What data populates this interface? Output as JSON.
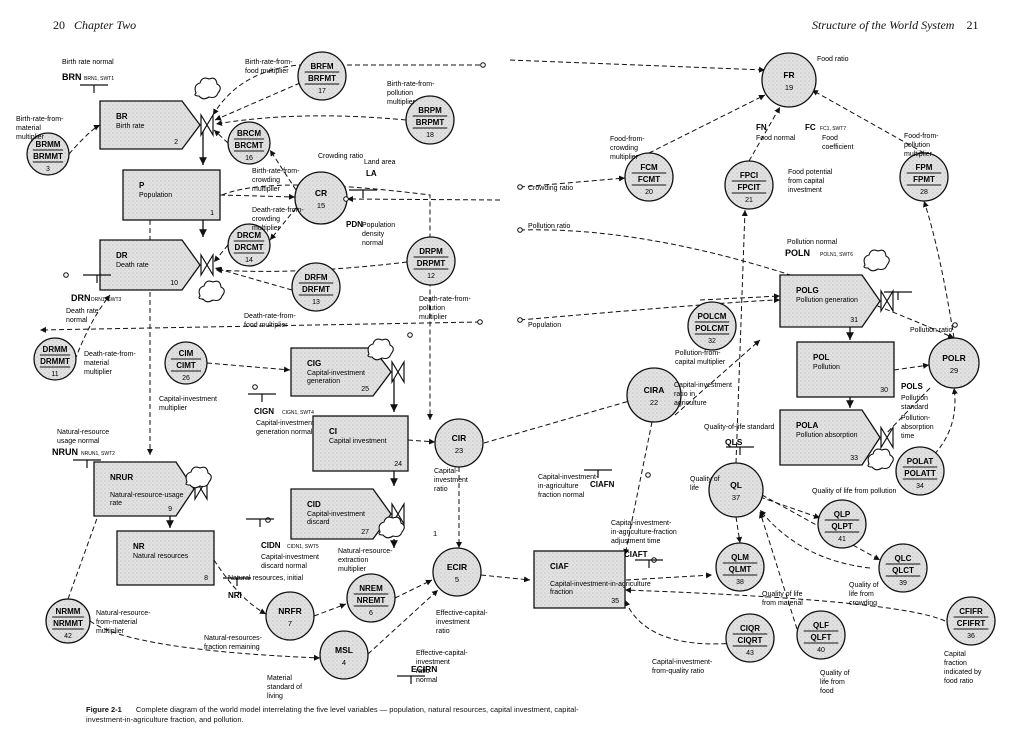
{
  "header": {
    "left_page": "20",
    "left_title": "Chapter Two",
    "right_title": "Structure of the World System",
    "right_page": "21"
  },
  "caption": {
    "label": "Figure 2-1",
    "text": "Complete diagram of the world model interrelating the five level variables — population, natural resources, capital investment, capital-investment-in-agriculture fraction, and pollution."
  },
  "levels": [
    {
      "id": "BR",
      "name": "Birth rate",
      "num": "2"
    },
    {
      "id": "P",
      "name": "Population",
      "num": "1"
    },
    {
      "id": "DR",
      "name": "Death rate",
      "num": "10"
    },
    {
      "id": "CIG",
      "name": "Capital-investment generation",
      "num": "25"
    },
    {
      "id": "CI",
      "name": "Capital investment",
      "num": "24"
    },
    {
      "id": "CID",
      "name": "Capital-investment discard",
      "num": "27"
    },
    {
      "id": "NRUR",
      "name": "Natural-resource-usage rate",
      "num": "9"
    },
    {
      "id": "NR",
      "name": "Natural resources",
      "num": "8"
    },
    {
      "id": "CIAF",
      "name": "Capital-investment-in-agriculture fraction",
      "num": "35"
    },
    {
      "id": "POLG",
      "name": "Pollution generation",
      "num": "31"
    },
    {
      "id": "POL",
      "name": "Pollution",
      "num": "30"
    },
    {
      "id": "POLA",
      "name": "Pollution absorption",
      "num": "33"
    }
  ],
  "auxiliaries": [
    {
      "top": "BRMM",
      "bottom": "BRMMT",
      "num": "3"
    },
    {
      "top": "BRFM",
      "bottom": "BRFMT",
      "num": "17"
    },
    {
      "top": "BRCM",
      "bottom": "BRCMT",
      "num": "16"
    },
    {
      "top": "BRPM",
      "bottom": "BRPMT",
      "num": "18"
    },
    {
      "top": "CR",
      "bottom": "",
      "num": "15"
    },
    {
      "top": "DRCM",
      "bottom": "DRCMT",
      "num": "14"
    },
    {
      "top": "DRFM",
      "bottom": "DRFMT",
      "num": "13"
    },
    {
      "top": "DRPM",
      "bottom": "DRPMT",
      "num": "12"
    },
    {
      "top": "DRMM",
      "bottom": "DRMMT",
      "num": "11"
    },
    {
      "top": "CIM",
      "bottom": "CIMT",
      "num": "26"
    },
    {
      "top": "CIR",
      "bottom": "",
      "num": "23"
    },
    {
      "top": "NRFR",
      "bottom": "",
      "num": "7"
    },
    {
      "top": "NREM",
      "bottom": "NREMT",
      "num": "6"
    },
    {
      "top": "ECIR",
      "bottom": "",
      "num": "5"
    },
    {
      "top": "MSL",
      "bottom": "",
      "num": "4"
    },
    {
      "top": "NRMM",
      "bottom": "NRMMT",
      "num": "42"
    },
    {
      "top": "FR",
      "bottom": "",
      "num": "19"
    },
    {
      "top": "FCM",
      "bottom": "FCMT",
      "num": "20"
    },
    {
      "top": "FPCI",
      "bottom": "FPCIT",
      "num": "21"
    },
    {
      "top": "FPM",
      "bottom": "FPMT",
      "num": "28"
    },
    {
      "top": "POLCM",
      "bottom": "POLCMT",
      "num": "32"
    },
    {
      "top": "CIRA",
      "bottom": "",
      "num": "22"
    },
    {
      "top": "POLR",
      "bottom": "",
      "num": "29"
    },
    {
      "top": "POLAT",
      "bottom": "POLATT",
      "num": "34"
    },
    {
      "top": "QL",
      "bottom": "",
      "num": "37"
    },
    {
      "top": "QLP",
      "bottom": "QLPT",
      "num": "41"
    },
    {
      "top": "QLM",
      "bottom": "QLMT",
      "num": "38"
    },
    {
      "top": "QLC",
      "bottom": "QLCT",
      "num": "39"
    },
    {
      "top": "QLF",
      "bottom": "QLFT",
      "num": "40"
    },
    {
      "top": "CIQR",
      "bottom": "CIQRT",
      "num": "43"
    },
    {
      "top": "CFIFR",
      "bottom": "CFIFRT",
      "num": "36"
    }
  ],
  "labels": [
    "Birth rate normal",
    "BRN",
    "BRN1, SWT1",
    "Birth-rate-from- material multiplier",
    "Birth-rate-from- food multiplier",
    "Birth-rate-from- pollution multiplier",
    "Crowding ratio",
    "Land area",
    "LA",
    "Birth-rate-from- crowding multiplier",
    "Death-rate-from- crowding multiplier",
    "PDN",
    "Population density normal",
    "Death-rate-from- food multiplier",
    "Death-rate-from- pollution multiplier",
    "DRN",
    "DRN1, SWT3",
    "Death rate normal",
    "Death-rate-from- material multiplier",
    "Capital-investment multiplier",
    "CIGN",
    "CIGN1, SWT4",
    "Capital-investment generation normal",
    "Natural-resource usage normal",
    "NRUN",
    "NRUN1, SWT2",
    "CIDN",
    "CIDN1, SWT5",
    "Capital-investment discard normal",
    "Natural-resource- extraction multiplier",
    "Natural resources, initial",
    "NRI",
    "Capital- investment ratio",
    "Effective-capital- investment ratio",
    "Natural-resource- from-material multiplier",
    "Natural-resources- fraction remaining",
    "Material standard of living",
    "Effective-capital- investment ratio normal",
    "ECIRN",
    "Food ratio",
    "Food-from- crowding multiplier",
    "FN",
    "Food normal",
    "FC",
    "FC1, SWT7",
    "Food coefficient",
    "Food potential from capital investment",
    "Food-from- pollution multiplier",
    "Pollution normal",
    "POLN",
    "POLN1, SWT6",
    "Pollution-from- capital multiplier",
    "Capital-investment ratio in agriculture",
    "Pollution ratio",
    "POLS",
    "Pollution standard",
    "Pollution- absorption time",
    "Quality-of-life standard",
    "QLS",
    "Quality of life",
    "Quality of life from pollution",
    "Capital-investment- in-agriculture fraction normal",
    "CIAFN",
    "Capital-investment- in-agriculture-fraction adjustment time",
    "CIAFT",
    "Quality of life from material",
    "Quality of life from crowding",
    "Capital-investment- from-quality ratio",
    "Quality of life from food",
    "Capital fraction indicated by food ratio",
    "Crowding ratio",
    "Pollution ratio",
    "Population",
    "1"
  ]
}
